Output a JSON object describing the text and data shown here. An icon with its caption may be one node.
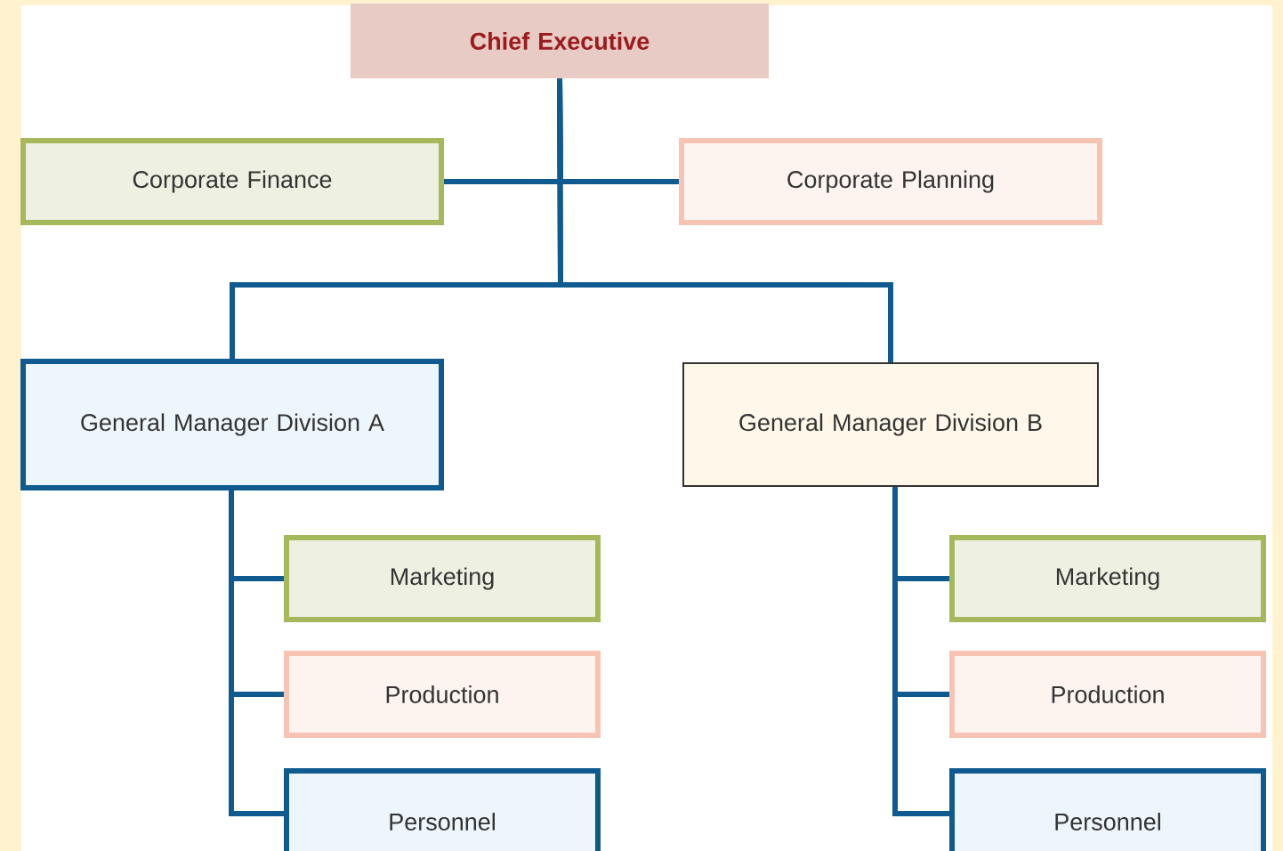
{
  "diagram": {
    "nodes": [
      {
        "text": [
          "Chief Executive"
        ]
      },
      {
        "text": [
          "Corporate Finance"
        ]
      },
      {
        "text": [
          "Corporate Planning"
        ]
      },
      {
        "text": [
          "General Manager Division A"
        ]
      },
      {
        "text": [
          "General Manager Division B"
        ]
      },
      {
        "text": [
          "Marketing"
        ]
      },
      {
        "text": [
          "Production"
        ]
      },
      {
        "text": [
          "Personnel"
        ]
      },
      {
        "text": [
          "Marketing"
        ]
      },
      {
        "text": [
          "Production"
        ]
      },
      {
        "text": [
          "Personnel"
        ]
      }
    ],
    "edges": [
      {
        "from": 0,
        "to": 1,
        "arrow": "none"
      },
      {
        "from": 0,
        "to": 2,
        "arrow": "none"
      },
      {
        "from": 0,
        "to": 3,
        "arrow": "none"
      },
      {
        "from": 0,
        "to": 4,
        "arrow": "none"
      },
      {
        "from": 3,
        "to": 5,
        "arrow": "none"
      },
      {
        "from": 3,
        "to": 6,
        "arrow": "none"
      },
      {
        "from": 3,
        "to": 7,
        "arrow": "none"
      },
      {
        "from": 4,
        "to": 8,
        "arrow": "none"
      },
      {
        "from": 4,
        "to": 9,
        "arrow": "none"
      },
      {
        "from": 4,
        "to": 10,
        "arrow": "none"
      }
    ]
  }
}
